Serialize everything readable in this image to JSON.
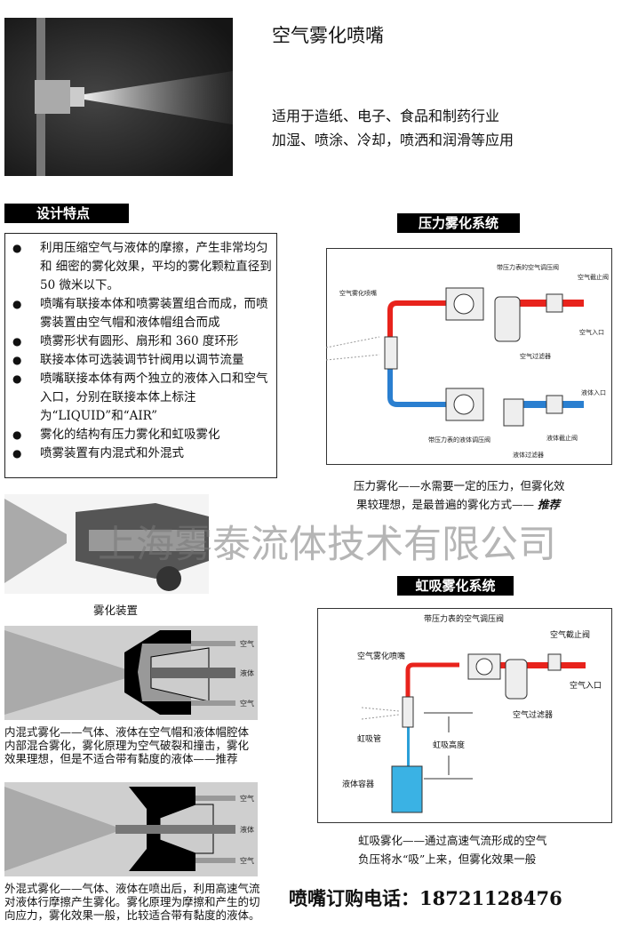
{
  "header": {
    "title": "空气雾化喷嘴",
    "lines": [
      "适用于造纸、电子、食品和制药行业",
      "加湿、喷涂、冷却，喷洒和润滑等应用"
    ]
  },
  "features": {
    "title": "设计特点",
    "items": [
      "利用压缩空气与液体的摩擦，产生非常均匀和 细密的雾化效果，平均的雾化颗粒直径到 50 微米以下。",
      "喷嘴有联接本体和喷雾装置组合而成，而喷雾装置由空气帽和液体帽组合而成",
      "喷雾形状有圆形、扇形和 360 度环形",
      "联接本体可选装调节针阀用以调节流量",
      "喷嘴联接本体有两个独立的液体入口和空气入口，分别在联接本体上标注为“LIQUID”和“AIR”",
      "雾化的结构有压力雾化和虹吸雾化",
      "喷雾装置有内混式和外混式"
    ]
  },
  "pressure": {
    "title": "压力雾化系统",
    "labels": {
      "nozzle": "空气雾化喷嘴",
      "air_reg": "带压力表的空气调压阀",
      "air_valve": "空气截止阀",
      "air_in": "空气入口",
      "air_filter": "空气过滤器",
      "liq_in": "液体入口",
      "liq_reg": "带压力表的液体调压阀",
      "liq_valve": "液体截止阀",
      "liq_filter": "液体过滤器"
    },
    "caption": [
      "压力雾化——水需要一定的压力，但雾化效",
      "果较理想，是最普遍的雾化方式——"
    ],
    "recommend": "推荐"
  },
  "device": {
    "caption": "雾化装置"
  },
  "internal": {
    "labels": [
      "空气",
      "液体",
      "空气"
    ],
    "caption": [
      "内混式雾化——气体、液体在空气帽和液体帽腔体",
      "内部混合雾化，雾化原理为空气破裂和撞击，雾化",
      "效果理想，但是不适合带有黏度的液体——推荐"
    ]
  },
  "external": {
    "labels": [
      "空气",
      "液体",
      "空气"
    ],
    "caption": [
      "外混式雾化——气体、液体在喷出后，利用高速气流",
      "对液体行摩擦产生雾化。雾化原理为摩擦和产生的切",
      "向应力，雾化效果一般，比较适合带有黏度的液体。"
    ]
  },
  "siphon": {
    "title": "虹吸雾化系统",
    "labels": {
      "air_reg": "带压力表的空气调压阀",
      "air_valve": "空气截止阀",
      "nozzle": "空气雾化喷嘴",
      "air_in": "空气入口",
      "air_filter": "空气过滤器",
      "tube": "虹吸管",
      "height": "虹吸高度",
      "container": "液体容器"
    },
    "caption": [
      "虹吸雾化——通过高速气流形成的空气",
      "负压将水“吸”上来，但雾化效果一般"
    ]
  },
  "phone": {
    "label": "喷嘴订购电话：",
    "number": "18721128476"
  },
  "watermark": "上海雾泰流体技术有限公司",
  "colors": {
    "air": "#e8231c",
    "liquid": "#2a7fd0"
  }
}
